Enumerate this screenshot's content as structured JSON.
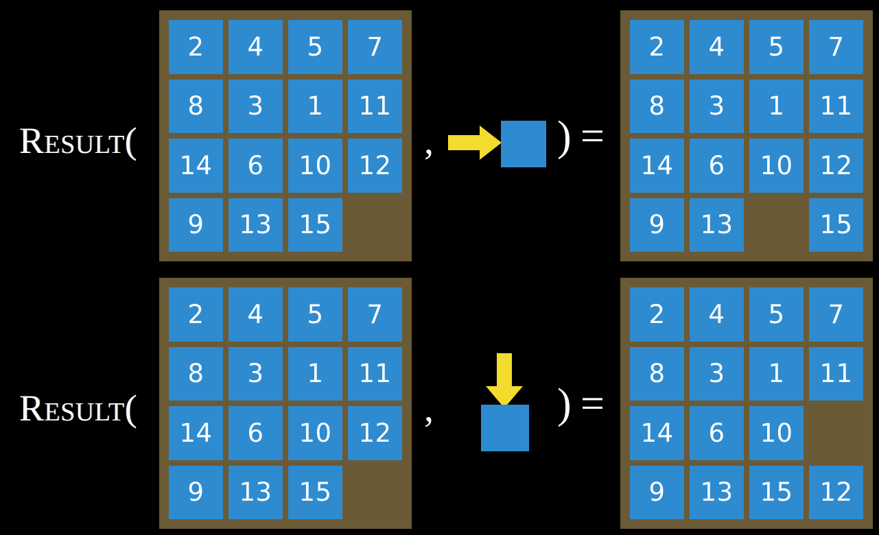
{
  "page": {
    "background_color": "#000000",
    "board_color": "#6b5a36",
    "tile_color": "#2e8bd0",
    "tile_text_color": "#ffffff",
    "arrow_color": "#f2dd2e",
    "text_color": "#ffffff"
  },
  "rows": [
    {
      "label": "Result(",
      "comma": ",",
      "paren_close": ")",
      "equals": "=",
      "move_direction": "right",
      "move_icon_name": "arrow-right-icon",
      "input_board": {
        "caption": "input puzzle state",
        "tiles": [
          [
            "2",
            "4",
            "5",
            "7"
          ],
          [
            "8",
            "3",
            "1",
            "11"
          ],
          [
            "14",
            "6",
            "10",
            "12"
          ],
          [
            "9",
            "13",
            "15",
            ""
          ]
        ]
      },
      "output_board": {
        "caption": "result puzzle state",
        "tiles": [
          [
            "2",
            "4",
            "5",
            "7"
          ],
          [
            "8",
            "3",
            "1",
            "11"
          ],
          [
            "14",
            "6",
            "10",
            "12"
          ],
          [
            "9",
            "13",
            "",
            "15"
          ]
        ]
      }
    },
    {
      "label": "Result(",
      "comma": ",",
      "paren_close": ")",
      "equals": "=",
      "move_direction": "down",
      "move_icon_name": "arrow-down-icon",
      "input_board": {
        "caption": "input puzzle state",
        "tiles": [
          [
            "2",
            "4",
            "5",
            "7"
          ],
          [
            "8",
            "3",
            "1",
            "11"
          ],
          [
            "14",
            "6",
            "10",
            "12"
          ],
          [
            "9",
            "13",
            "15",
            ""
          ]
        ]
      },
      "output_board": {
        "caption": "result puzzle state",
        "tiles": [
          [
            "2",
            "4",
            "5",
            "7"
          ],
          [
            "8",
            "3",
            "1",
            "11"
          ],
          [
            "14",
            "6",
            "10",
            ""
          ],
          [
            "9",
            "13",
            "15",
            "12"
          ]
        ]
      }
    }
  ]
}
